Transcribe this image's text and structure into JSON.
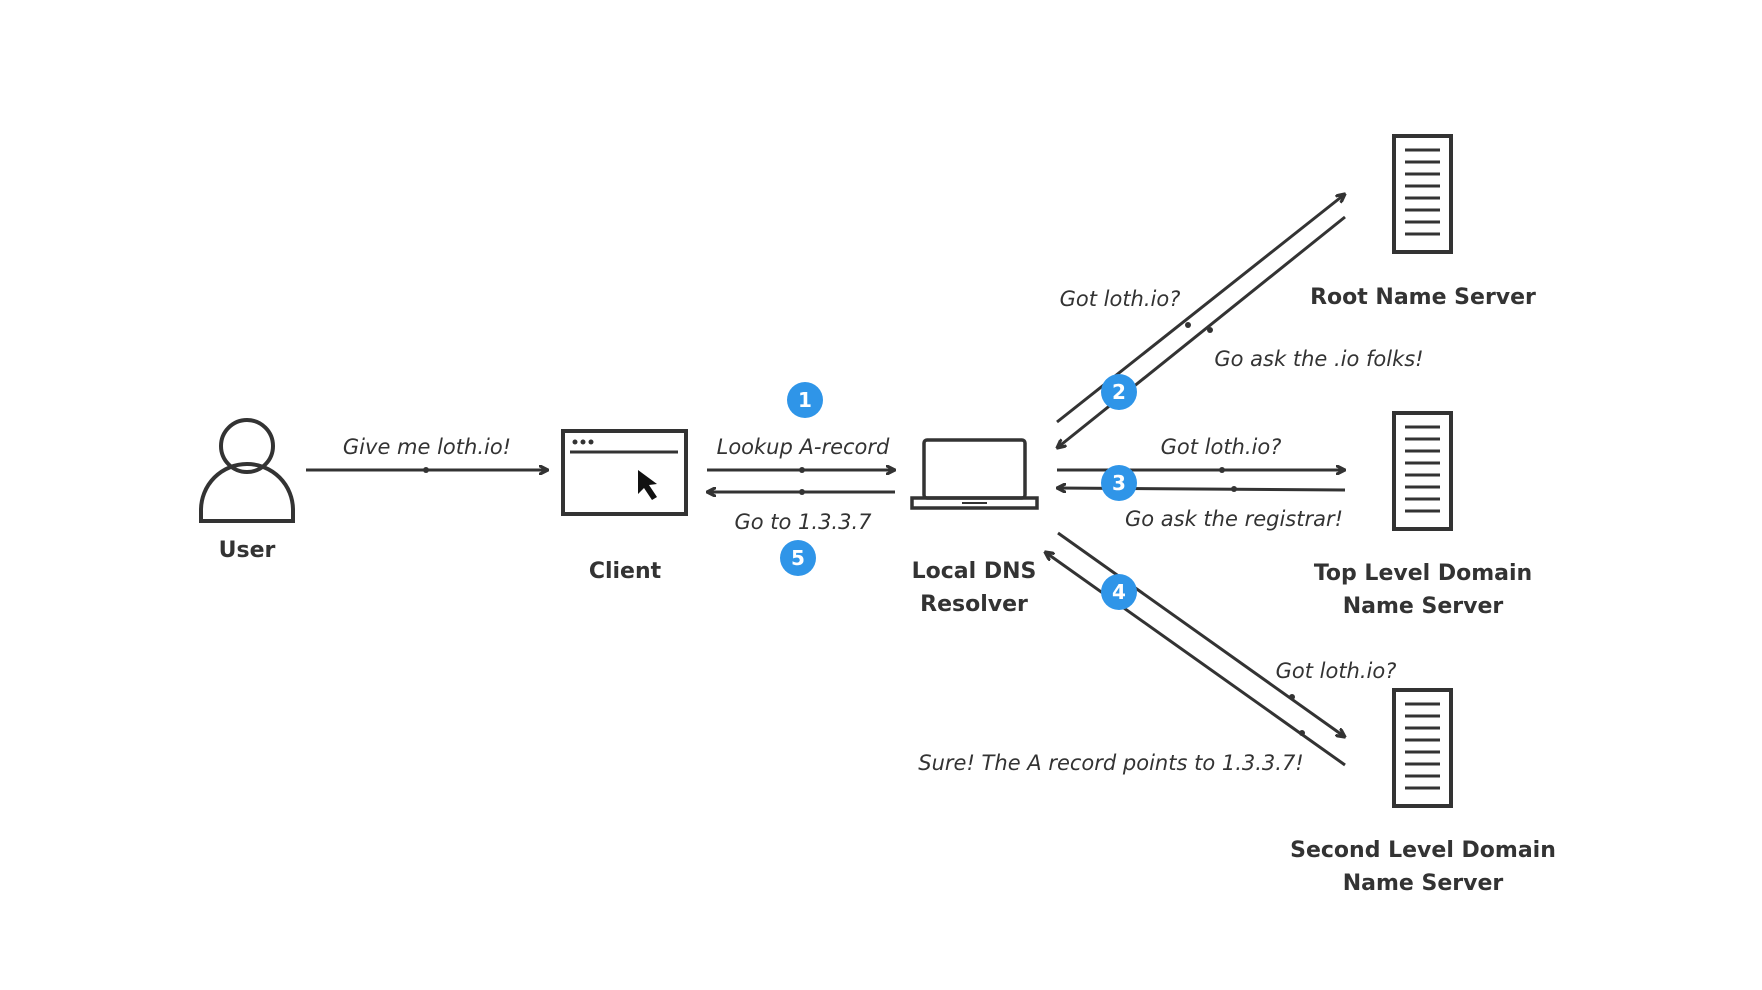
{
  "colors": {
    "line": "#333333",
    "text": "#333333",
    "step_badge": "#2f95e8",
    "step_text": "#ffffff",
    "background": "#ffffff"
  },
  "nodes": {
    "user": {
      "label": "User",
      "icon": "user-icon"
    },
    "client": {
      "label": "Client",
      "icon": "browser-window-icon"
    },
    "resolver": {
      "label_line1": "Local DNS",
      "label_line2": "Resolver",
      "icon": "laptop-icon"
    },
    "root": {
      "label": "Root Name Server",
      "icon": "server-icon"
    },
    "tld": {
      "label_line1": "Top Level Domain",
      "label_line2": "Name Server",
      "icon": "server-icon"
    },
    "sld": {
      "label_line1": "Second Level Domain",
      "label_line2": "Name Server",
      "icon": "server-icon"
    }
  },
  "messages": {
    "user_to_client": "Give me loth.io!",
    "client_to_resolver": "Lookup A-record",
    "resolver_to_client": "Go to 1.3.3.7",
    "resolver_to_root": "Got loth.io?",
    "root_to_resolver": "Go ask the .io folks!",
    "resolver_to_tld": "Got loth.io?",
    "tld_to_resolver": "Go ask the registrar!",
    "resolver_to_sld": "Got loth.io?",
    "sld_to_resolver": "Sure! The A record points to 1.3.3.7!"
  },
  "steps": [
    "1",
    "2",
    "3",
    "4",
    "5"
  ]
}
